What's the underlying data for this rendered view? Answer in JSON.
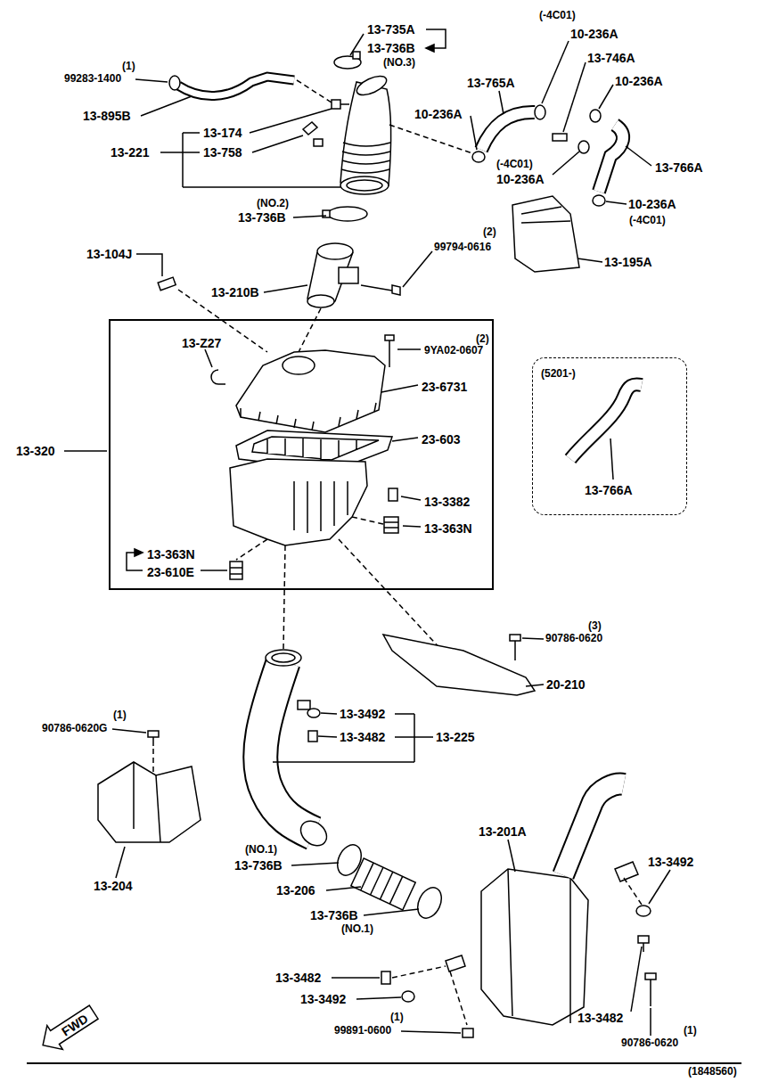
{
  "diagram": {
    "nodes": [
      {
        "text": [
          "13-Z27",
          "(2)",
          "9YA02-0607",
          "23-6731",
          "23-603",
          "13-3382",
          "13-363N",
          "13-363N",
          "23-610E"
        ]
      },
      {
        "text": [
          "(5201-)",
          "13-766A"
        ]
      }
    ],
    "edges": [],
    "labels": [
      "13-735A",
      "13-736B",
      "(NO.3)",
      "(-4C01)",
      "10-236A",
      "(1)",
      "99283-1400",
      "13-746A",
      "13-765A",
      "10-236A",
      "13-895B",
      "10-236A",
      "13-174",
      "13-221",
      "13-758",
      "(-4C01)",
      "10-236A",
      "13-766A",
      "(NO.2)",
      "10-236A",
      "13-736B",
      "(-4C01)",
      "(2)",
      "99794-0616",
      "13-104J",
      "13-195A",
      "13-210B",
      "13-320",
      "(3)",
      "90786-0620",
      "20-210",
      "(1)",
      "13-3492",
      "90786-0620G",
      "13-3482",
      "13-225",
      "13-201A",
      "(NO.1)",
      "13-3492",
      "13-736B",
      "13-206",
      "13-204",
      "13-736B",
      "(NO.1)",
      "13-3482",
      "13-3492",
      "13-3482",
      "(1)",
      "(1)",
      "99891-0600",
      "FWD",
      "90786-0620",
      "(1848560)"
    ]
  }
}
